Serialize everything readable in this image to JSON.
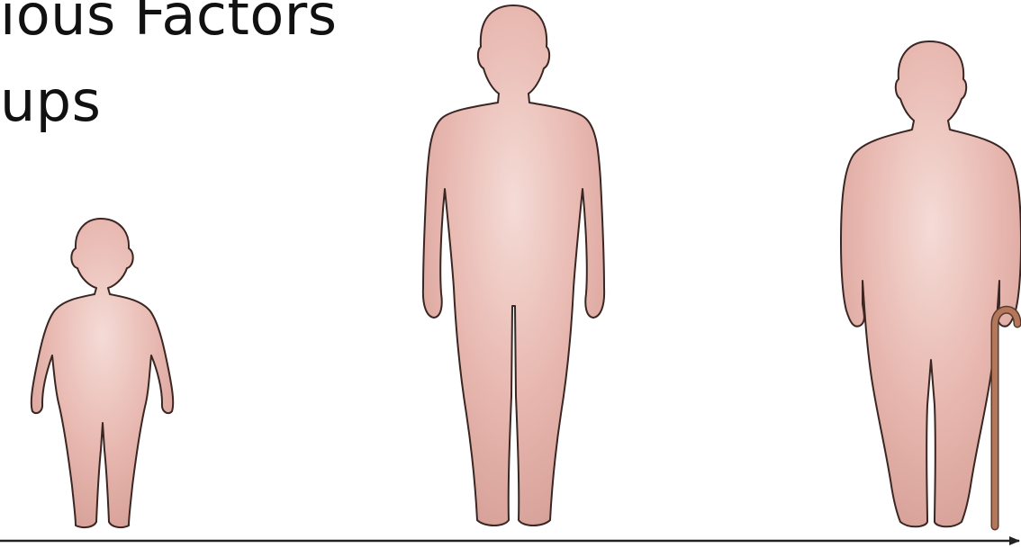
{
  "title": {
    "line1": "ious Factors",
    "line2": "ups"
  },
  "figures": [
    {
      "name": "child",
      "icon": "child-body-icon"
    },
    {
      "name": "adult",
      "icon": "adult-body-icon"
    },
    {
      "name": "elderly",
      "icon": "elderly-body-icon"
    },
    {
      "name": "cane",
      "icon": "walking-cane-icon"
    }
  ],
  "colors": {
    "skin_light": "#f4d4cf",
    "skin_mid": "#e8b6ae",
    "skin_dark": "#d49a91",
    "outline": "#3a2622",
    "cane": "#b3775c",
    "arrow": "#222222"
  }
}
